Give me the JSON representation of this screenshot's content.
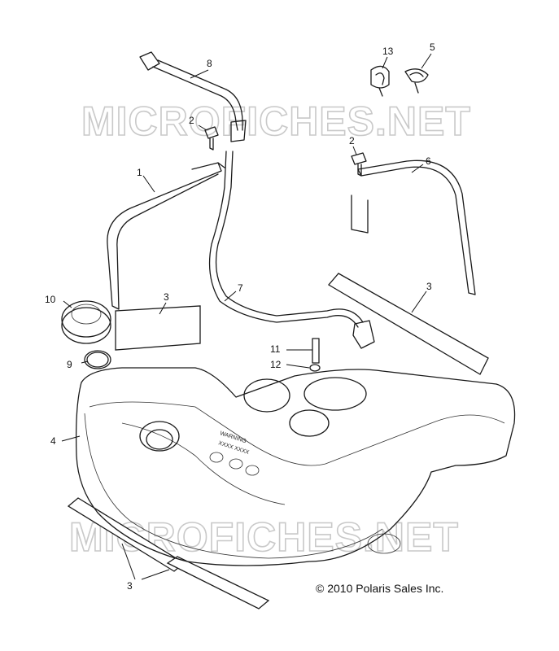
{
  "watermark": {
    "text": "MICROFICHES.NET",
    "color": "#c9c9c9"
  },
  "callouts": [
    "8",
    "13",
    "5",
    "2",
    "2",
    "1",
    "6",
    "10",
    "3",
    "7",
    "3",
    "11",
    "12",
    "9",
    "4",
    "3"
  ],
  "copyright": "© 2010 Polaris Sales Inc.",
  "tank_label_lines": [
    "WARNING",
    "XXXX XXXX"
  ]
}
